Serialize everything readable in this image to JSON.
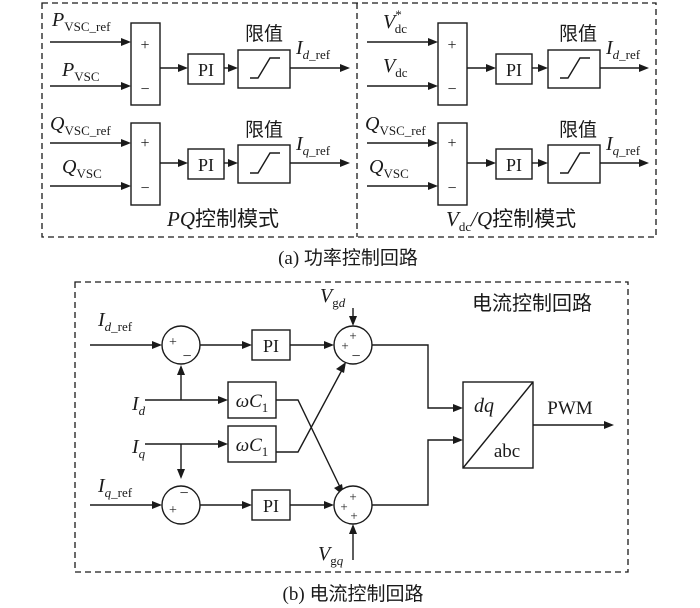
{
  "panel_a": {
    "caption": "(a)  功率控制回路",
    "pq_mode": {
      "title_it": "PQ",
      "title_cn": "控制模式",
      "in_p_ref": {
        "base": "P",
        "sub": "VSC_ref"
      },
      "in_p": {
        "base": "P",
        "sub": "VSC"
      },
      "in_q_ref": {
        "base": "Q",
        "sub": "VSC_ref"
      },
      "in_q": {
        "base": "Q",
        "sub": "VSC"
      },
      "out_id": {
        "base": "I",
        "sub_it": "d",
        "sub": "_ref"
      },
      "out_iq": {
        "base": "I",
        "sub_it": "q",
        "sub": "_ref"
      }
    },
    "vdcq_mode": {
      "title_base": "V",
      "title_sub": "dc",
      "title_rest_it": "/Q",
      "title_cn": "控制模式",
      "in_vdc_ref": {
        "base": "V",
        "sup": "*",
        "sub": "dc"
      },
      "in_vdc": {
        "base": "V",
        "sub": "dc"
      },
      "in_q_ref": {
        "base": "Q",
        "sub": "VSC_ref"
      },
      "in_q": {
        "base": "Q",
        "sub": "VSC"
      },
      "out_id": {
        "base": "I",
        "sub_it": "d",
        "sub": "_ref"
      },
      "out_iq": {
        "base": "I",
        "sub_it": "q",
        "sub": "_ref"
      }
    },
    "limit_label": "限值",
    "pi_label": "PI",
    "plus": "+",
    "minus": "−"
  },
  "panel_b": {
    "caption": "(b)  电流控制回路",
    "title": "电流控制回路",
    "in_id_ref": {
      "base": "I",
      "sub_it": "d",
      "sub": "_ref"
    },
    "in_iq_ref": {
      "base": "I",
      "sub_it": "q",
      "sub": "_ref"
    },
    "in_id": {
      "base": "I",
      "sub_it": "d"
    },
    "in_iq": {
      "base": "I",
      "sub_it": "q"
    },
    "v_gd": {
      "base": "V",
      "sub": "g",
      "sub_it": "d"
    },
    "v_gq": {
      "base": "V",
      "sub": "g",
      "sub_it": "q"
    },
    "omega_c": {
      "base": "ωC",
      "sub": "1"
    },
    "pi_label": "PI",
    "transform_top": "dq",
    "transform_bottom": "abc",
    "output": "PWM",
    "plus": "+",
    "minus": "−"
  }
}
